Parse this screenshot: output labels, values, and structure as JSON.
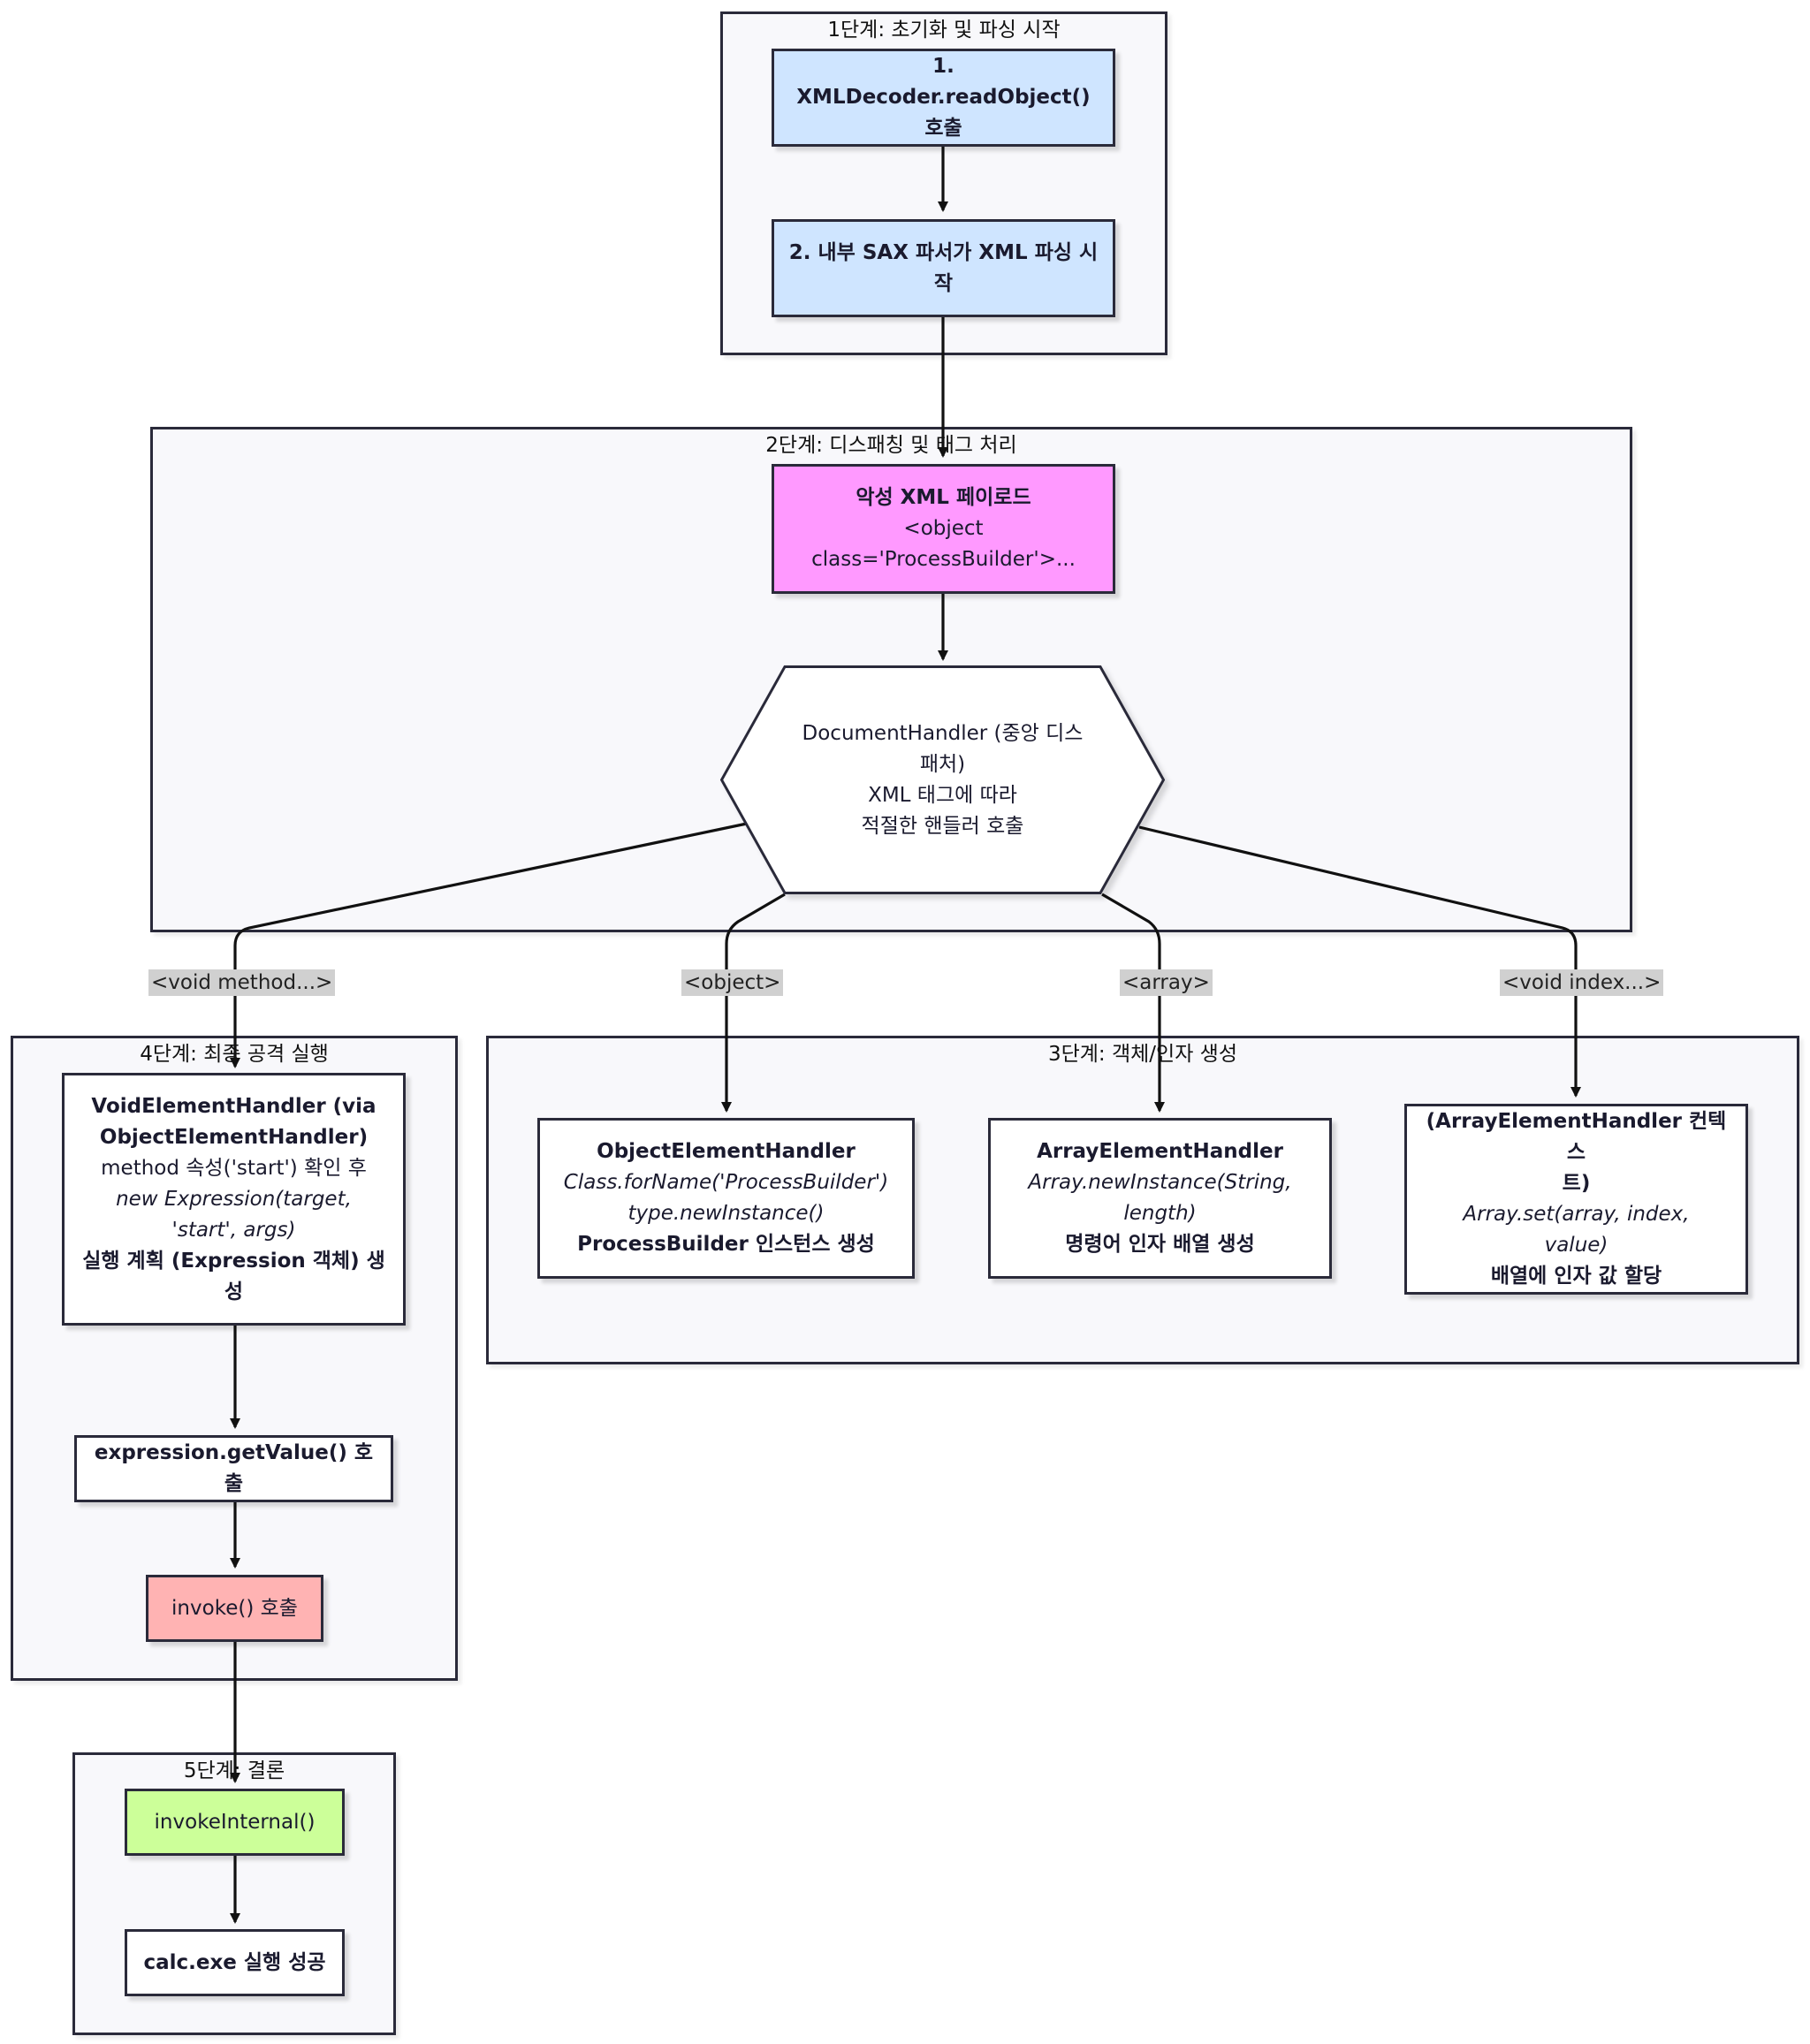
{
  "clusters": {
    "stage1": "1단계: 초기화 및 파싱 시작",
    "stage2": "2단계: 디스패칭 및 태그 처리",
    "stage3": "3단계: 객체/인자 생성",
    "stage4": "4단계: 최종 공격 실행",
    "stage5": "5단계: 결론"
  },
  "nodes": {
    "n1": {
      "line1": "1. XMLDecoder.readObject()",
      "line2": "호출"
    },
    "n2": {
      "line1": "2. 내부 SAX 파서가 XML 파싱 시",
      "line2": "작"
    },
    "payload": {
      "title": "악성 XML 페이로드",
      "line1": "<object",
      "line2": "class='ProcessBuilder'>..."
    },
    "dispatcher": {
      "title1": "DocumentHandler (중앙 디스",
      "title2": "패처)",
      "line1": "XML 태그에 따라",
      "line2": "적절한 핸들러 호출"
    },
    "object_handler": {
      "title": "ObjectElementHandler",
      "i1": "Class.forName('ProcessBuilder')",
      "i2": "type.newInstance()",
      "b": "ProcessBuilder 인스턴스 생성"
    },
    "array_handler": {
      "title": "ArrayElementHandler",
      "i1": "Array.newInstance(String,",
      "i2": "length)",
      "b": "명령어 인자 배열 생성"
    },
    "array_ctx": {
      "title1": "(ArrayElementHandler 컨텍스",
      "title2": "트)",
      "i1": "Array.set(array, index,",
      "i2": "value)",
      "b": "배열에 인자 값 할당"
    },
    "void_handler": {
      "title1": "VoidElementHandler (via",
      "title2": "ObjectElementHandler)",
      "line1": "method 속성('start') 확인 후",
      "i1": "new Expression(target,",
      "i2": "'start', args)",
      "b1": "실행 계획 (Expression 객체) 생",
      "b2": "성"
    },
    "getvalue": {
      "label": "expression.getValue() 호출"
    },
    "invoke": {
      "label": "invoke() 호출"
    },
    "invoke_internal": {
      "label": "invokeInternal()"
    },
    "calc": {
      "label": "calc.exe 실행 성공"
    }
  },
  "edge_labels": {
    "void_method": "<void method...>",
    "object": "<object>",
    "array": "<array>",
    "void_index": "<void index...>"
  },
  "colors": {
    "blue": "#cfe5ff",
    "magenta": "#ff99ff",
    "red": "#ffb3b3",
    "green": "#ccff99",
    "cluster_bg": "#f8f8fb",
    "stroke": "#2a2a3a"
  }
}
